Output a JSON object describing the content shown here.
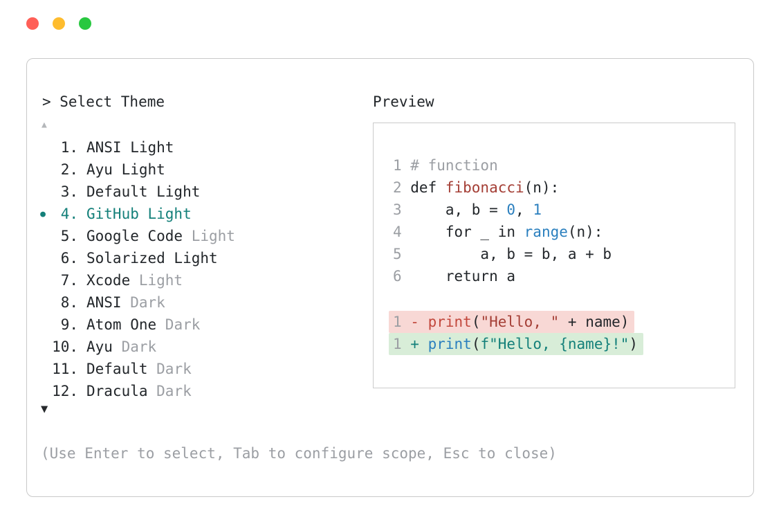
{
  "window_controls": [
    {
      "name": "close",
      "color_key": "traffic_red"
    },
    {
      "name": "minimize",
      "color_key": "traffic_yellow"
    },
    {
      "name": "zoom",
      "color_key": "traffic_green"
    }
  ],
  "prompt": {
    "label": "> Select Theme",
    "hint": "(Use Enter to select, Tab to configure scope, Esc to close)"
  },
  "theme_list": {
    "scroll_up_icon": "▲",
    "scroll_down_icon": "▼",
    "selected_indicator": "●",
    "items": [
      {
        "number": "1.",
        "name": "ANSI Light",
        "muted": "",
        "selected": false
      },
      {
        "number": "2.",
        "name": "Ayu Light",
        "muted": "",
        "selected": false
      },
      {
        "number": "3.",
        "name": "Default Light",
        "muted": "",
        "selected": false
      },
      {
        "number": "4.",
        "name": "GitHub Light",
        "muted": "",
        "selected": true
      },
      {
        "number": "5.",
        "name": "Google Code ",
        "muted": "Light",
        "selected": false
      },
      {
        "number": "6.",
        "name": "Solarized Light",
        "muted": "",
        "selected": false
      },
      {
        "number": "7.",
        "name": "Xcode ",
        "muted": "Light",
        "selected": false
      },
      {
        "number": "8.",
        "name": "ANSI ",
        "muted": "Dark",
        "selected": false
      },
      {
        "number": "9.",
        "name": "Atom One ",
        "muted": "Dark",
        "selected": false
      },
      {
        "number": "10.",
        "name": "Ayu ",
        "muted": "Dark",
        "selected": false
      },
      {
        "number": "11.",
        "name": "Default ",
        "muted": "Dark",
        "selected": false
      },
      {
        "number": "12.",
        "name": "Dracula ",
        "muted": "Dark",
        "selected": false
      }
    ]
  },
  "preview": {
    "title": "Preview",
    "code_lines": [
      {
        "num": "1",
        "tokens": [
          {
            "text": "# function",
            "color": "comment"
          }
        ]
      },
      {
        "num": "2",
        "tokens": [
          {
            "text": "def ",
            "color": "plain"
          },
          {
            "text": "fibonacci",
            "color": "func"
          },
          {
            "text": "(n):",
            "color": "plain"
          }
        ]
      },
      {
        "num": "3",
        "tokens": [
          {
            "text": "    a, b = ",
            "color": "plain"
          },
          {
            "text": "0",
            "color": "blue"
          },
          {
            "text": ", ",
            "color": "plain"
          },
          {
            "text": "1",
            "color": "blue"
          }
        ]
      },
      {
        "num": "4",
        "tokens": [
          {
            "text": "    for _ in ",
            "color": "plain"
          },
          {
            "text": "range",
            "color": "blue"
          },
          {
            "text": "(n):",
            "color": "plain"
          }
        ]
      },
      {
        "num": "5",
        "tokens": [
          {
            "text": "        a, b = b, a + b",
            "color": "plain"
          }
        ]
      },
      {
        "num": "6",
        "tokens": [
          {
            "text": "    return a",
            "color": "plain"
          }
        ]
      }
    ],
    "diff_lines": [
      {
        "kind": "removed",
        "tokens": [
          {
            "text": "1 ",
            "color": "gray"
          },
          {
            "text": "- ",
            "color": "red"
          },
          {
            "text": "print",
            "color": "red"
          },
          {
            "text": "(",
            "color": "plain"
          },
          {
            "text": "\"Hello, \"",
            "color": "darkred"
          },
          {
            "text": " + name)",
            "color": "plain"
          }
        ]
      },
      {
        "kind": "added",
        "tokens": [
          {
            "text": "1 ",
            "color": "gray"
          },
          {
            "text": "+ ",
            "color": "teal"
          },
          {
            "text": "print",
            "color": "blue"
          },
          {
            "text": "(",
            "color": "plain"
          },
          {
            "text": "f\"Hello, {name}!\"",
            "color": "teal"
          },
          {
            "text": ")",
            "color": "plain"
          }
        ]
      }
    ]
  },
  "colors": {
    "plain": "#22262a",
    "gray": "#9b9ea3",
    "comment": "#9b9ea3",
    "accent_teal": "#14807a",
    "teal": "#14807a",
    "blue": "#2a7fbe",
    "func": "#a43e35",
    "darkred": "#a43e35",
    "red": "#c2473c",
    "removed_bg": "#f8d8d5",
    "added_bg": "#d8edd8",
    "border": "#c9c9c9",
    "traffic_red": "#ff5f57",
    "traffic_yellow": "#febc2e",
    "traffic_green": "#28c840"
  }
}
